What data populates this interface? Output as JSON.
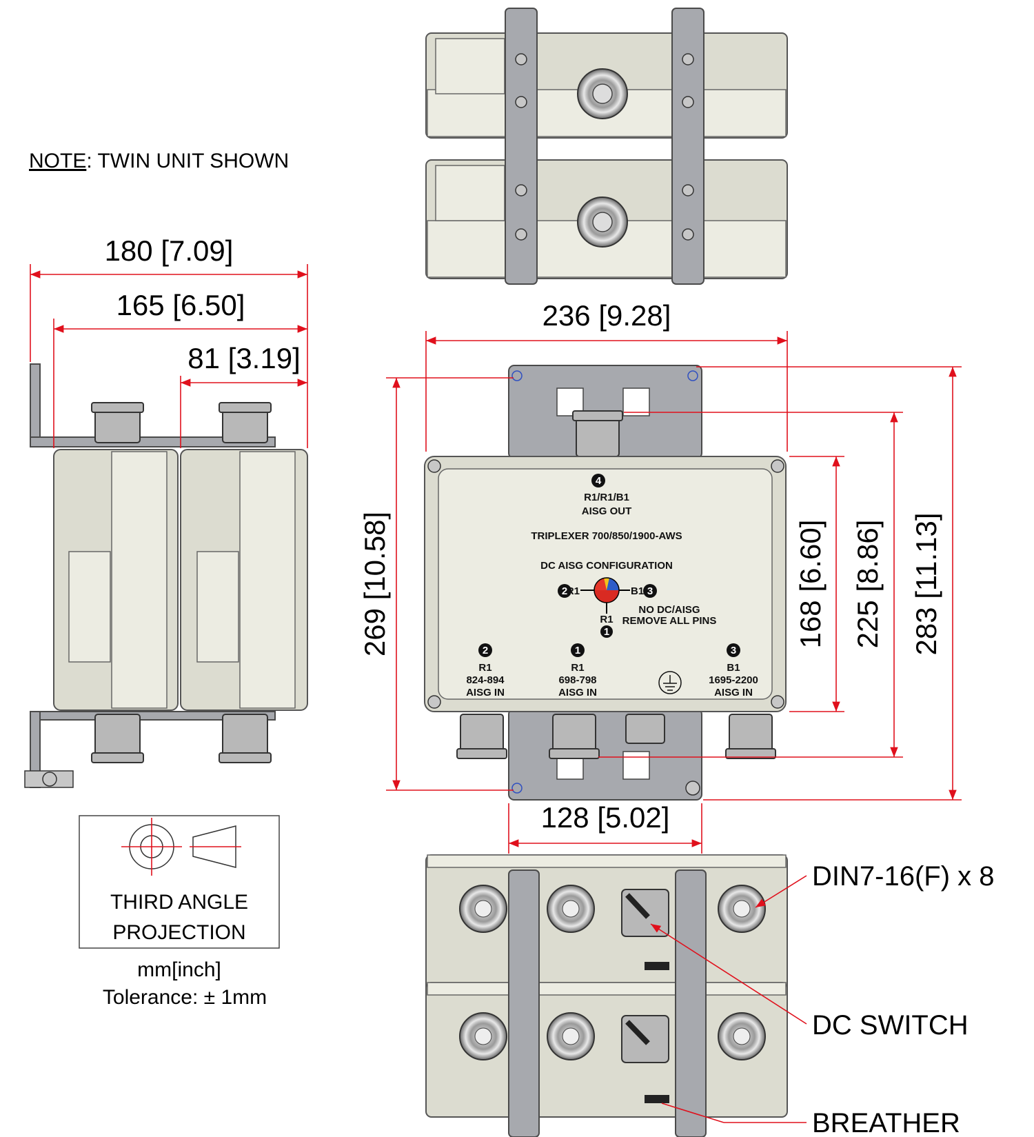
{
  "note": {
    "underlined": "NOTE",
    "rest": ": TWIN UNIT SHOWN"
  },
  "dimensions": {
    "width_overall": "180 [7.09]",
    "width_body": "165 [6.50]",
    "width_single": "81 [3.19]",
    "width_front": "236 [9.28]",
    "height_269": "269 [10.58]",
    "height_168": "168 [6.60]",
    "height_225": "225 [8.86]",
    "height_283": "283 [11.13]",
    "bracket_width": "128 [5.02]"
  },
  "unit_labels": {
    "top_port_num": "4",
    "top_port_name": "R1/R1/B1",
    "top_port_type": "AISG OUT",
    "product_title": "TRIPLEXER 700/850/1900-AWS",
    "config_title": "DC AISG CONFIGURATION",
    "switch_left_num": "2",
    "switch_left": "R1",
    "switch_right": "B1",
    "switch_right_num": "3",
    "switch_bottom": "R1",
    "switch_bottom_num": "1",
    "no_dc_line1": "NO DC/AISG",
    "no_dc_line2": "REMOVE ALL PINS",
    "ports": [
      {
        "num": "2",
        "name": "R1",
        "range": "824-894",
        "type": "AISG IN"
      },
      {
        "num": "1",
        "name": "R1",
        "range": "698-798",
        "type": "AISG IN"
      },
      {
        "num": "3",
        "name": "B1",
        "range": "1695-2200",
        "type": "AISG IN"
      }
    ]
  },
  "projection": {
    "line1": "THIRD ANGLE",
    "line2": "PROJECTION"
  },
  "units": {
    "line1": "mm[inch]",
    "line2": "Tolerance: ± 1mm"
  },
  "callouts": {
    "connector": "DIN7-16(F) x 8",
    "switch": "DC SWITCH",
    "breather": "BREATHER"
  },
  "colors": {
    "dimension_line": "#e0101c",
    "housing": "#dcdcd0",
    "bracket": "#a7a9ae"
  }
}
